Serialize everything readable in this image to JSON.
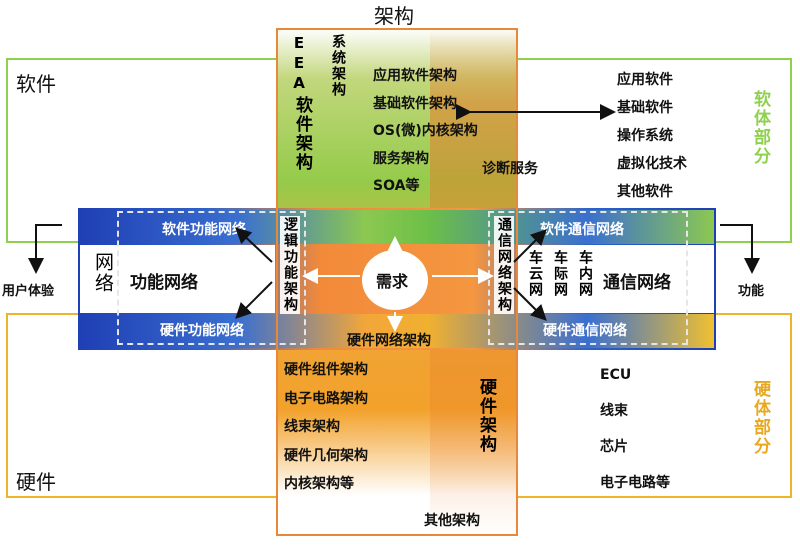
{
  "title": "架构",
  "corners": {
    "software": "软件",
    "hardware": "硬件"
  },
  "side_labels": {
    "software_part": "软体部分",
    "hardware_part": "硬体部分",
    "user_experience": "用户体验",
    "function": "功能"
  },
  "eea": {
    "letters": "EEA",
    "system_arch": "系统架构",
    "software_arch": "软件架构"
  },
  "software_arch_items": [
    "应用软件架构",
    "基础软件架构",
    "OS(微)内核架构",
    "服务架构",
    "SOA等"
  ],
  "diagnostic_service": "诊断服务",
  "software_parts": [
    "应用软件",
    "基础软件",
    "操作系统",
    "虚拟化技术",
    "其他软件"
  ],
  "network": {
    "label": "网络",
    "functional_network": "功能网络",
    "sw_functional_network": "软件功能网络",
    "hw_functional_network": "硬件功能网络",
    "logic_function_arch": "逻辑功能架构",
    "requirement": "需求",
    "hw_network_arch": "硬件网络架构",
    "comm_network_arch": "通信网络架构",
    "sw_comm_network": "软件通信网络",
    "hw_comm_network": "硬件通信网络",
    "comm_network": "通信网络",
    "vehicle_cloud": "车云网",
    "vehicle_vehicle": "车际网",
    "in_vehicle": "车内网"
  },
  "hardware_arch_items": [
    "硬件组件架构",
    "电子电路架构",
    "线束架构",
    "硬件几何架构",
    "内核架构等"
  ],
  "hardware_arch_label": "硬件架构",
  "other_arch": "其他架构",
  "hardware_parts": [
    "ECU",
    "线束",
    "芯片",
    "电子电路等"
  ],
  "colors": {
    "software_border": "#8fd14f",
    "hardware_border": "#f0b429",
    "arch_border": "#e8883a",
    "network_blue": "#1f3fb5"
  }
}
